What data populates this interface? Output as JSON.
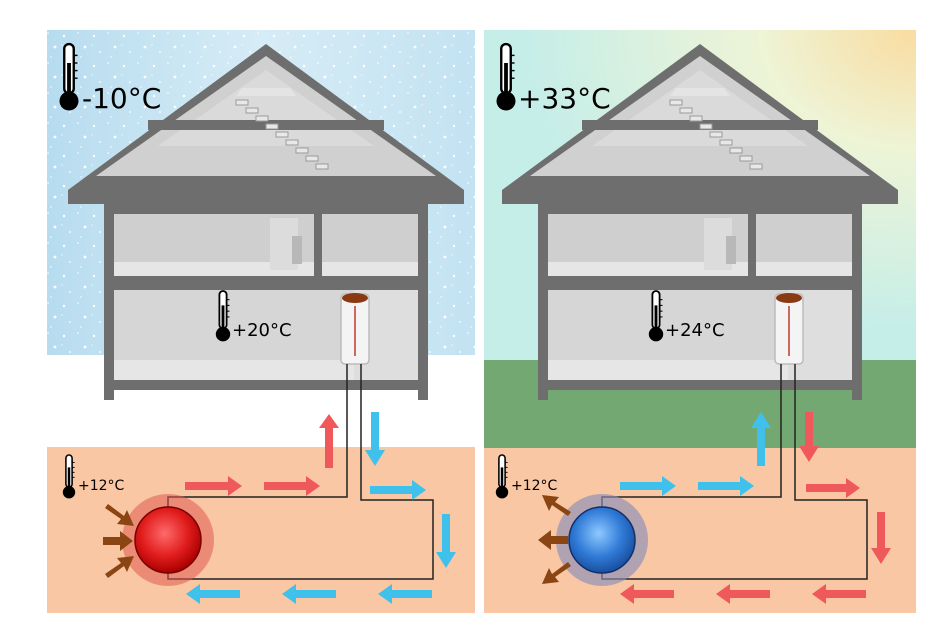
{
  "panels": [
    {
      "id": "winter",
      "outside_temp": "-10°C",
      "inside_temp": "+20°C",
      "ground_temp": "+12°C"
    },
    {
      "id": "summer",
      "outside_temp": "+33°C",
      "inside_temp": "+24°C",
      "ground_temp": "+12°C"
    }
  ],
  "colors": {
    "winter_sky": "#bde0f2",
    "summer_sky": "#c6eee8",
    "sun": "#f7e0a8",
    "grass": "#74a873",
    "soil": "#f9c7a3",
    "house": "#6e6e6e",
    "room": "#d2d2d2",
    "floor": "#e6e6e6",
    "warm_arrow": "#f0595c",
    "cool_arrow": "#3fc1ec",
    "earth_arrow": "#8b4513",
    "hot_core": "#e01c1c",
    "cold_core": "#2f7ad6"
  }
}
